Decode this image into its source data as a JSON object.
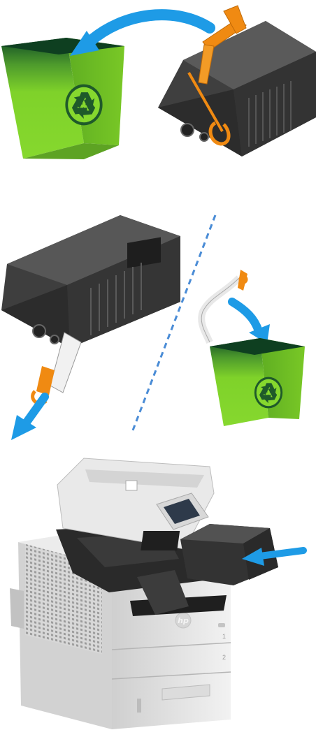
{
  "colors": {
    "bin_green": "#7ed321",
    "bin_green_dark": "#1e5a2a",
    "arrow_blue": "#1e9be6",
    "tape_orange": "#f08a12",
    "cartridge_dark": "#3a3a3a",
    "printer_light": "#e6e6e6"
  },
  "icons": {
    "recycle": "recycle-icon",
    "arrow": "curved-arrow-icon"
  },
  "printer": {
    "brand_mark": "hp",
    "tray_1_number": "1",
    "tray_2_number": "2"
  }
}
